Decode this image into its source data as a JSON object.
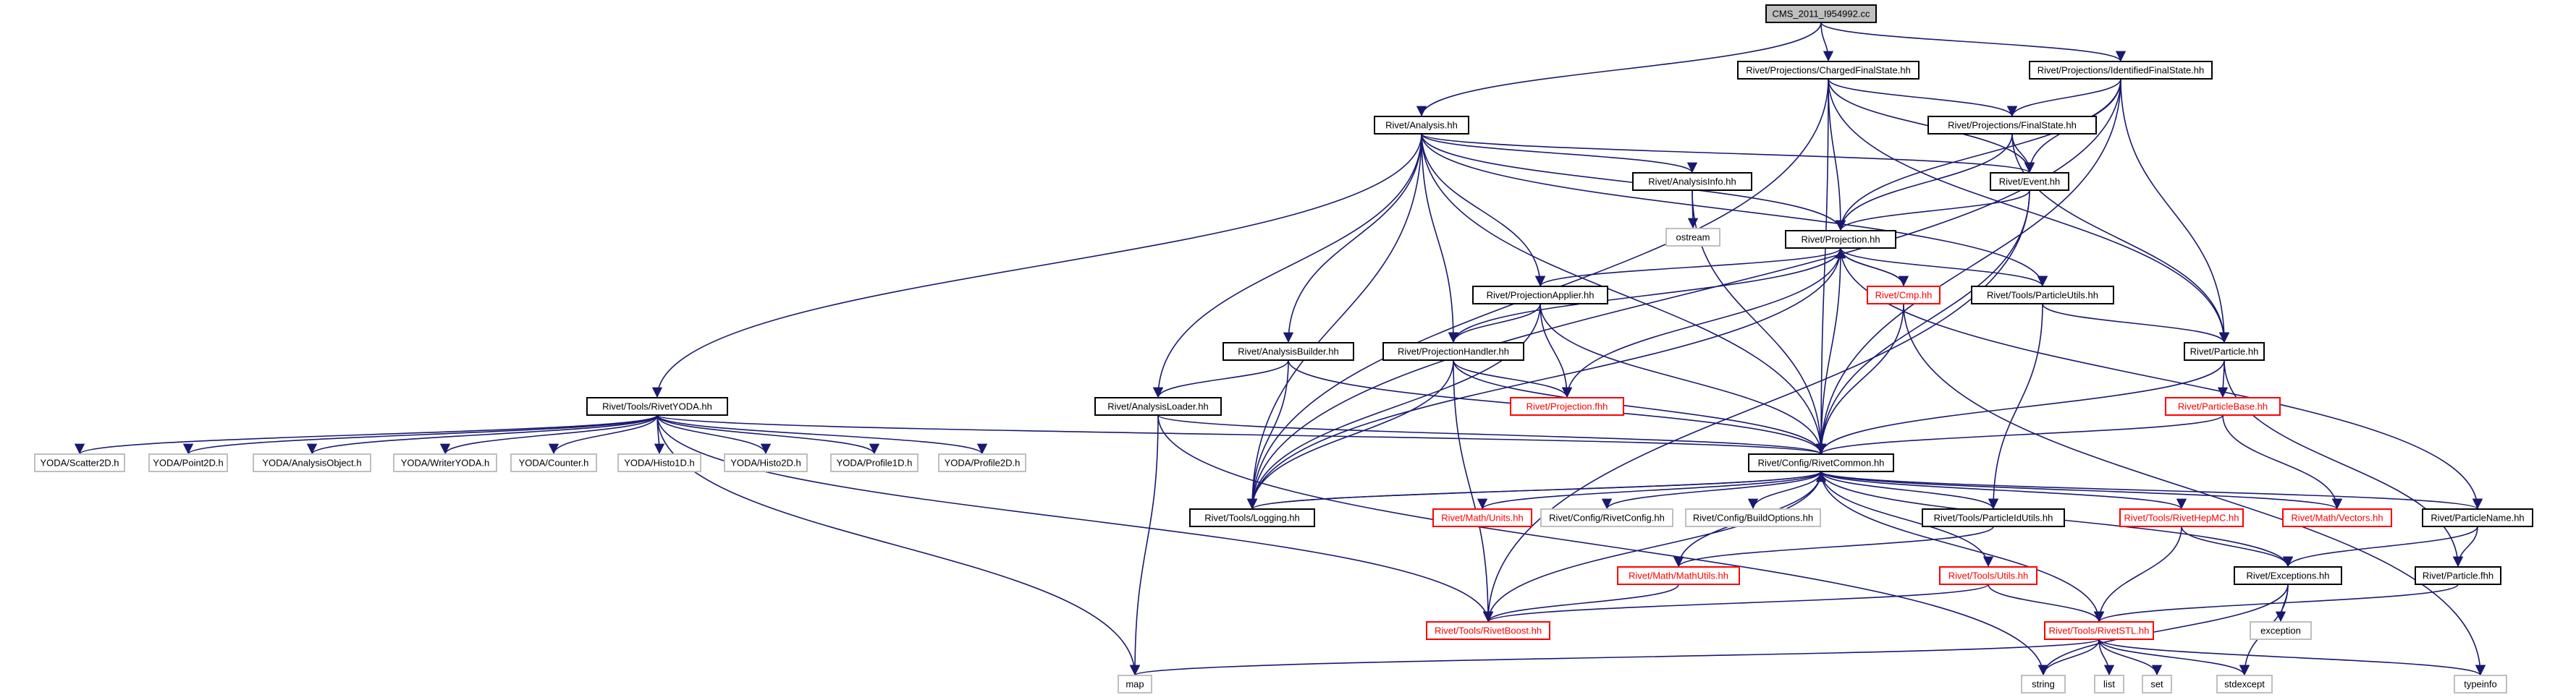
{
  "diagram": {
    "type": "include-dependency-graph",
    "colors": {
      "edge": "#191970",
      "root_fill": "#bfbfbf",
      "node_border": "#000000",
      "red_border": "#ff0000",
      "system_border": "#bfbfbf"
    },
    "nodes": [
      {
        "id": "root",
        "label": "CMS_2011_I954992.cc",
        "style": "root"
      },
      {
        "id": "chargedfs",
        "label": "Rivet/Projections/ChargedFinalState.hh",
        "style": "normal"
      },
      {
        "id": "identfs",
        "label": "Rivet/Projections/IdentifiedFinalState.hh",
        "style": "normal"
      },
      {
        "id": "analysis",
        "label": "Rivet/Analysis.hh",
        "style": "normal"
      },
      {
        "id": "finalstate",
        "label": "Rivet/Projections/FinalState.hh",
        "style": "normal"
      },
      {
        "id": "analysisinfo",
        "label": "Rivet/AnalysisInfo.hh",
        "style": "normal"
      },
      {
        "id": "event",
        "label": "Rivet/Event.hh",
        "style": "normal"
      },
      {
        "id": "ostream",
        "label": "ostream",
        "style": "gray"
      },
      {
        "id": "projection",
        "label": "Rivet/Projection.hh",
        "style": "normal"
      },
      {
        "id": "projapplier",
        "label": "Rivet/ProjectionApplier.hh",
        "style": "normal"
      },
      {
        "id": "cmp",
        "label": "Rivet/Cmp.hh",
        "style": "red"
      },
      {
        "id": "particleutils",
        "label": "Rivet/Tools/ParticleUtils.hh",
        "style": "normal"
      },
      {
        "id": "analysisbuilder",
        "label": "Rivet/AnalysisBuilder.hh",
        "style": "normal"
      },
      {
        "id": "projhandler",
        "label": "Rivet/ProjectionHandler.hh",
        "style": "normal"
      },
      {
        "id": "particle",
        "label": "Rivet/Particle.hh",
        "style": "normal"
      },
      {
        "id": "rivetyoda",
        "label": "Rivet/Tools/RivetYODA.hh",
        "style": "normal"
      },
      {
        "id": "analysisloader",
        "label": "Rivet/AnalysisLoader.hh",
        "style": "normal"
      },
      {
        "id": "projfhh",
        "label": "Rivet/Projection.fhh",
        "style": "red"
      },
      {
        "id": "particlebase",
        "label": "Rivet/ParticleBase.hh",
        "style": "red"
      },
      {
        "id": "scatter2d",
        "label": "YODA/Scatter2D.h",
        "style": "gray"
      },
      {
        "id": "point2d",
        "label": "YODA/Point2D.h",
        "style": "gray"
      },
      {
        "id": "analysisobject",
        "label": "YODA/AnalysisObject.h",
        "style": "gray"
      },
      {
        "id": "writeryoda",
        "label": "YODA/WriterYODA.h",
        "style": "gray"
      },
      {
        "id": "counter",
        "label": "YODA/Counter.h",
        "style": "gray"
      },
      {
        "id": "histo1d",
        "label": "YODA/Histo1D.h",
        "style": "gray"
      },
      {
        "id": "histo2d",
        "label": "YODA/Histo2D.h",
        "style": "gray"
      },
      {
        "id": "profile1d",
        "label": "YODA/Profile1D.h",
        "style": "gray"
      },
      {
        "id": "profile2d",
        "label": "YODA/Profile2D.h",
        "style": "gray"
      },
      {
        "id": "rivetcommon",
        "label": "Rivet/Config/RivetCommon.hh",
        "style": "normal"
      },
      {
        "id": "logging",
        "label": "Rivet/Tools/Logging.hh",
        "style": "normal"
      },
      {
        "id": "units",
        "label": "Rivet/Math/Units.hh",
        "style": "red"
      },
      {
        "id": "rivetconfig",
        "label": "Rivet/Config/RivetConfig.hh",
        "style": "gray"
      },
      {
        "id": "buildoptions",
        "label": "Rivet/Config/BuildOptions.hh",
        "style": "gray"
      },
      {
        "id": "particleidutils",
        "label": "Rivet/Tools/ParticleIdUtils.hh",
        "style": "normal"
      },
      {
        "id": "rivethepmc",
        "label": "Rivet/Tools/RivetHepMC.hh",
        "style": "red"
      },
      {
        "id": "vectors",
        "label": "Rivet/Math/Vectors.hh",
        "style": "red"
      },
      {
        "id": "particlename",
        "label": "Rivet/ParticleName.hh",
        "style": "normal"
      },
      {
        "id": "mathutils",
        "label": "Rivet/Math/MathUtils.hh",
        "style": "red"
      },
      {
        "id": "utils",
        "label": "Rivet/Tools/Utils.hh",
        "style": "red"
      },
      {
        "id": "exceptions",
        "label": "Rivet/Exceptions.hh",
        "style": "normal"
      },
      {
        "id": "particlefhh",
        "label": "Rivet/Particle.fhh",
        "style": "normal"
      },
      {
        "id": "rivetboost",
        "label": "Rivet/Tools/RivetBoost.hh",
        "style": "red"
      },
      {
        "id": "rivetstl",
        "label": "Rivet/Tools/RivetSTL.hh",
        "style": "red"
      },
      {
        "id": "exception",
        "label": "exception",
        "style": "gray"
      },
      {
        "id": "map",
        "label": "map",
        "style": "gray"
      },
      {
        "id": "string",
        "label": "string",
        "style": "gray"
      },
      {
        "id": "list",
        "label": "list",
        "style": "gray"
      },
      {
        "id": "set",
        "label": "set",
        "style": "gray"
      },
      {
        "id": "stdexcept",
        "label": "stdexcept",
        "style": "gray"
      },
      {
        "id": "typeinfo",
        "label": "typeinfo",
        "style": "gray"
      }
    ],
    "edges": [
      [
        "root",
        "chargedfs"
      ],
      [
        "root",
        "identfs"
      ],
      [
        "root",
        "analysis"
      ],
      [
        "chargedfs",
        "finalstate"
      ],
      [
        "chargedfs",
        "event"
      ],
      [
        "chargedfs",
        "projection"
      ],
      [
        "chargedfs",
        "particle"
      ],
      [
        "chargedfs",
        "logging"
      ],
      [
        "chargedfs",
        "rivetcommon"
      ],
      [
        "identfs",
        "finalstate"
      ],
      [
        "identfs",
        "event"
      ],
      [
        "identfs",
        "projection"
      ],
      [
        "identfs",
        "particle"
      ],
      [
        "identfs",
        "logging"
      ],
      [
        "identfs",
        "rivetcommon"
      ],
      [
        "analysis",
        "analysisinfo"
      ],
      [
        "analysis",
        "event"
      ],
      [
        "analysis",
        "projection"
      ],
      [
        "analysis",
        "projapplier"
      ],
      [
        "analysis",
        "projhandler"
      ],
      [
        "analysis",
        "analysisbuilder"
      ],
      [
        "analysis",
        "analysisloader"
      ],
      [
        "analysis",
        "rivetyoda"
      ],
      [
        "analysis",
        "logging"
      ],
      [
        "analysis",
        "rivetcommon"
      ],
      [
        "analysis",
        "particleutils"
      ],
      [
        "finalstate",
        "event"
      ],
      [
        "finalstate",
        "projection"
      ],
      [
        "finalstate",
        "particle"
      ],
      [
        "analysisinfo",
        "ostream"
      ],
      [
        "analysisinfo",
        "rivetcommon"
      ],
      [
        "event",
        "projection"
      ],
      [
        "event",
        "rivetcommon"
      ],
      [
        "event",
        "rivetboost"
      ],
      [
        "projection",
        "projapplier"
      ],
      [
        "projection",
        "cmp"
      ],
      [
        "projection",
        "particleutils"
      ],
      [
        "projection",
        "projhandler"
      ],
      [
        "projection",
        "projfhh"
      ],
      [
        "projection",
        "rivetcommon"
      ],
      [
        "projection",
        "logging"
      ],
      [
        "projection",
        "particlename"
      ],
      [
        "cmp",
        "projection"
      ],
      [
        "cmp",
        "rivetcommon"
      ],
      [
        "cmp",
        "typeinfo"
      ],
      [
        "particleutils",
        "particle"
      ],
      [
        "particleutils",
        "particleidutils"
      ],
      [
        "projapplier",
        "projhandler"
      ],
      [
        "projapplier",
        "projfhh"
      ],
      [
        "projapplier",
        "rivetcommon"
      ],
      [
        "projapplier",
        "logging"
      ],
      [
        "analysisbuilder",
        "analysisloader"
      ],
      [
        "analysisbuilder",
        "logging"
      ],
      [
        "analysisbuilder",
        "rivetcommon"
      ],
      [
        "projhandler",
        "projfhh"
      ],
      [
        "projhandler",
        "rivetcommon"
      ],
      [
        "projhandler",
        "logging"
      ],
      [
        "projhandler",
        "rivetboost"
      ],
      [
        "particle",
        "particlebase"
      ],
      [
        "particle",
        "rivetcommon"
      ],
      [
        "particle",
        "particlefhh"
      ],
      [
        "rivetyoda",
        "scatter2d"
      ],
      [
        "rivetyoda",
        "point2d"
      ],
      [
        "rivetyoda",
        "analysisobject"
      ],
      [
        "rivetyoda",
        "writeryoda"
      ],
      [
        "rivetyoda",
        "counter"
      ],
      [
        "rivetyoda",
        "histo1d"
      ],
      [
        "rivetyoda",
        "histo2d"
      ],
      [
        "rivetyoda",
        "profile1d"
      ],
      [
        "rivetyoda",
        "profile2d"
      ],
      [
        "rivetyoda",
        "rivetcommon"
      ],
      [
        "rivetyoda",
        "rivetboost"
      ],
      [
        "rivetyoda",
        "map"
      ],
      [
        "analysisloader",
        "rivetcommon"
      ],
      [
        "analysisloader",
        "map"
      ],
      [
        "analysisloader",
        "string"
      ],
      [
        "particlebase",
        "rivetcommon"
      ],
      [
        "particlebase",
        "vectors"
      ],
      [
        "rivetcommon",
        "logging"
      ],
      [
        "rivetcommon",
        "units"
      ],
      [
        "rivetcommon",
        "rivetconfig"
      ],
      [
        "rivetcommon",
        "buildoptions"
      ],
      [
        "rivetcommon",
        "particleidutils"
      ],
      [
        "rivetcommon",
        "rivethepmc"
      ],
      [
        "rivetcommon",
        "vectors"
      ],
      [
        "rivetcommon",
        "particlename"
      ],
      [
        "rivetcommon",
        "mathutils"
      ],
      [
        "rivetcommon",
        "utils"
      ],
      [
        "rivetcommon",
        "exceptions"
      ],
      [
        "rivetcommon",
        "rivetboost"
      ],
      [
        "rivetcommon",
        "rivetstl"
      ],
      [
        "logging",
        "rivetcommon"
      ],
      [
        "particleidutils",
        "mathutils"
      ],
      [
        "rivethepmc",
        "exceptions"
      ],
      [
        "rivethepmc",
        "rivetstl"
      ],
      [
        "particlename",
        "exceptions"
      ],
      [
        "particlename",
        "particlefhh"
      ],
      [
        "mathutils",
        "rivetboost"
      ],
      [
        "utils",
        "rivetboost"
      ],
      [
        "utils",
        "rivetstl"
      ],
      [
        "exceptions",
        "exception"
      ],
      [
        "exceptions",
        "stdexcept"
      ],
      [
        "exceptions",
        "string"
      ],
      [
        "particlefhh",
        "rivetstl"
      ],
      [
        "rivetstl",
        "map"
      ],
      [
        "rivetstl",
        "string"
      ],
      [
        "rivetstl",
        "list"
      ],
      [
        "rivetstl",
        "set"
      ],
      [
        "rivetstl",
        "stdexcept"
      ],
      [
        "rivetstl",
        "typeinfo"
      ]
    ]
  }
}
